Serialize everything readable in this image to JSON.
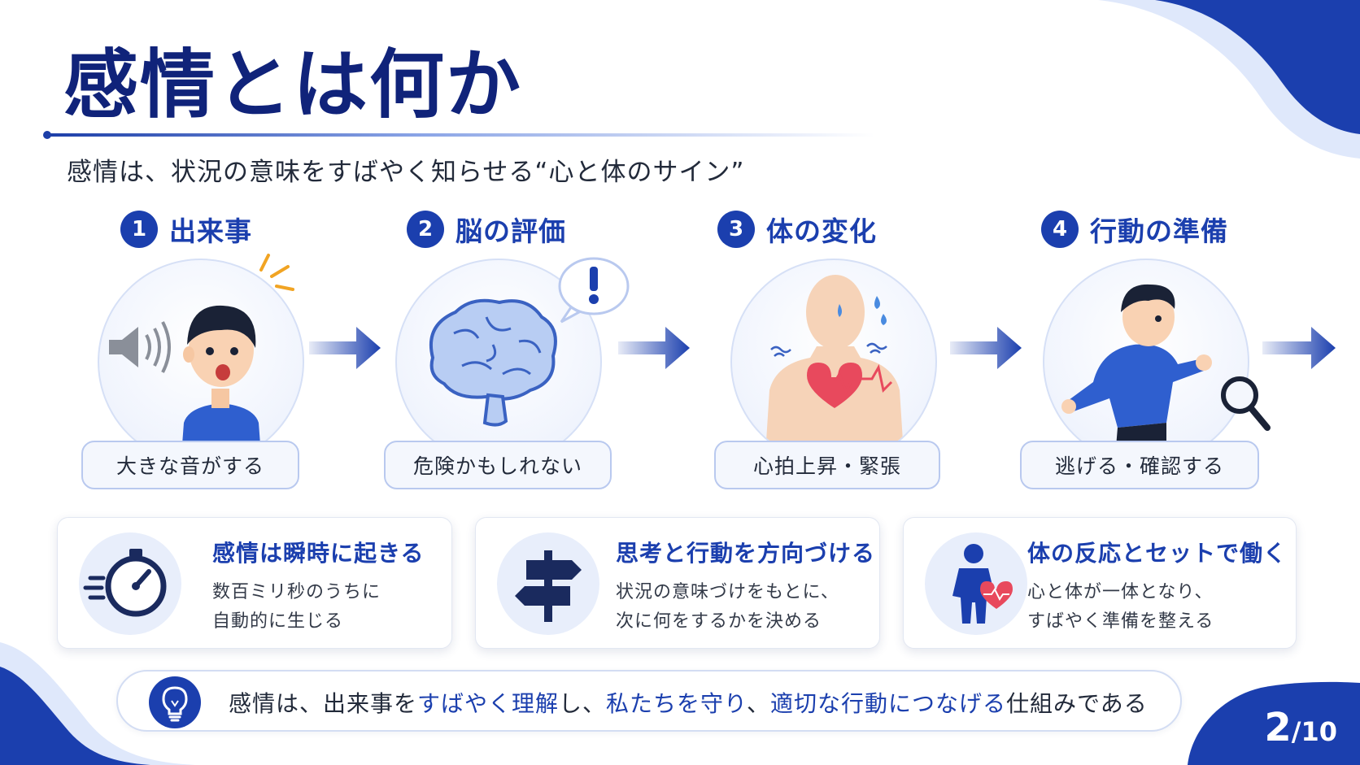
{
  "title": "感情とは何か",
  "subtitle": "感情は、状況の意味をすばやく知らせる“心と体のサイン”",
  "steps": [
    {
      "num": "1",
      "title": "出来事",
      "caption": "大きな音がする",
      "icon": "loud-sound-person-icon"
    },
    {
      "num": "2",
      "title": "脳の評価",
      "caption": "危険かもしれない",
      "icon": "brain-alert-icon"
    },
    {
      "num": "3",
      "title": "体の変化",
      "caption": "心拍上昇・緊張",
      "icon": "body-heartbeat-icon"
    },
    {
      "num": "4",
      "title": "行動の準備",
      "caption": "逃げる・確認する",
      "icon": "running-person-icon"
    }
  ],
  "cards": [
    {
      "title": "感情は瞬時に起きる",
      "line1": "数百ミリ秒のうちに",
      "line2": "自動的に生じる",
      "icon": "stopwatch-icon"
    },
    {
      "title": "思考と行動を方向づける",
      "line1": "状況の意味づけをもとに、",
      "line2": "次に何をするかを決める",
      "icon": "signpost-icon"
    },
    {
      "title": "体の反応とセットで働く",
      "line1": "心と体が一体となり、",
      "line2": "すばやく準備を整える",
      "icon": "person-heart-icon"
    }
  ],
  "summary": {
    "p1": "感情は、出来事を",
    "h1": "すばやく理解",
    "p2": "し、",
    "h2": "私たちを守り",
    "p3": "、",
    "h3": "適切な行動につなげる",
    "p4": "仕組みである",
    "icon": "lightbulb-icon"
  },
  "page": {
    "current": "2",
    "total": "/10"
  },
  "colors": {
    "primary": "#1b3fae",
    "title": "#10237a",
    "accent": "#e8495d"
  }
}
